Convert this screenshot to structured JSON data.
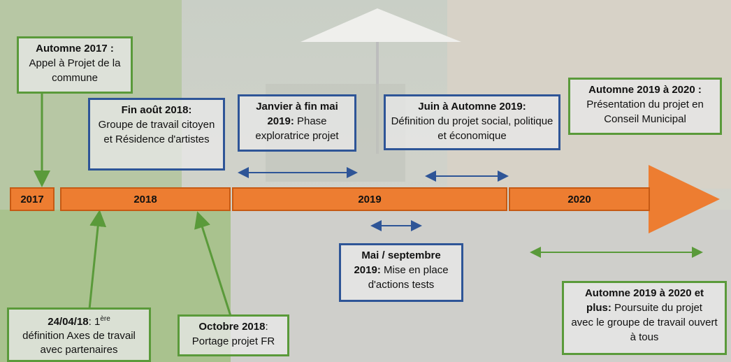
{
  "colors": {
    "orange": "#ed7d31",
    "green": "#5a9a3a",
    "blue": "#2e5597"
  },
  "timeline": [
    "2017",
    "2018",
    "2019",
    "2020"
  ],
  "boxes": {
    "b1": {
      "bold": "Automne 2017 :",
      "text": "Appel à Projet de la commune"
    },
    "b2": {
      "bold": "Fin août 2018:",
      "text": "Groupe de travail citoyen et Résidence d'artistes"
    },
    "b3": {
      "bold1": "Janvier à fin mai",
      "bold2": "2019:",
      "text1": " Phase",
      "text2": "exploratrice projet"
    },
    "b4": {
      "bold": "Juin à Automne 2019:",
      "text": "Définition du projet social, politique et économique"
    },
    "b5": {
      "bold": "Automne 2019 à 2020 :",
      "text": "Présentation du projet en Conseil Municipal"
    },
    "b6": {
      "bold1": "Mai / septembre",
      "bold2": "2019:",
      "text1": " Mise en place",
      "text2": "d'actions tests"
    },
    "b7": {
      "bold": "24/04/18",
      "sup": "ère",
      "t1": ": 1",
      "text": "définition Axes de travail avec partenaires"
    },
    "b8": {
      "bold": "Octobre 2018",
      "t1": ":",
      "text": "Portage projet FR"
    },
    "b9": {
      "bold1": "Automne 2019 à 2020 et",
      "bold2": "plus:",
      "text1": " Poursuite du projet",
      "text2": "avec le groupe de travail ouvert à tous"
    }
  }
}
